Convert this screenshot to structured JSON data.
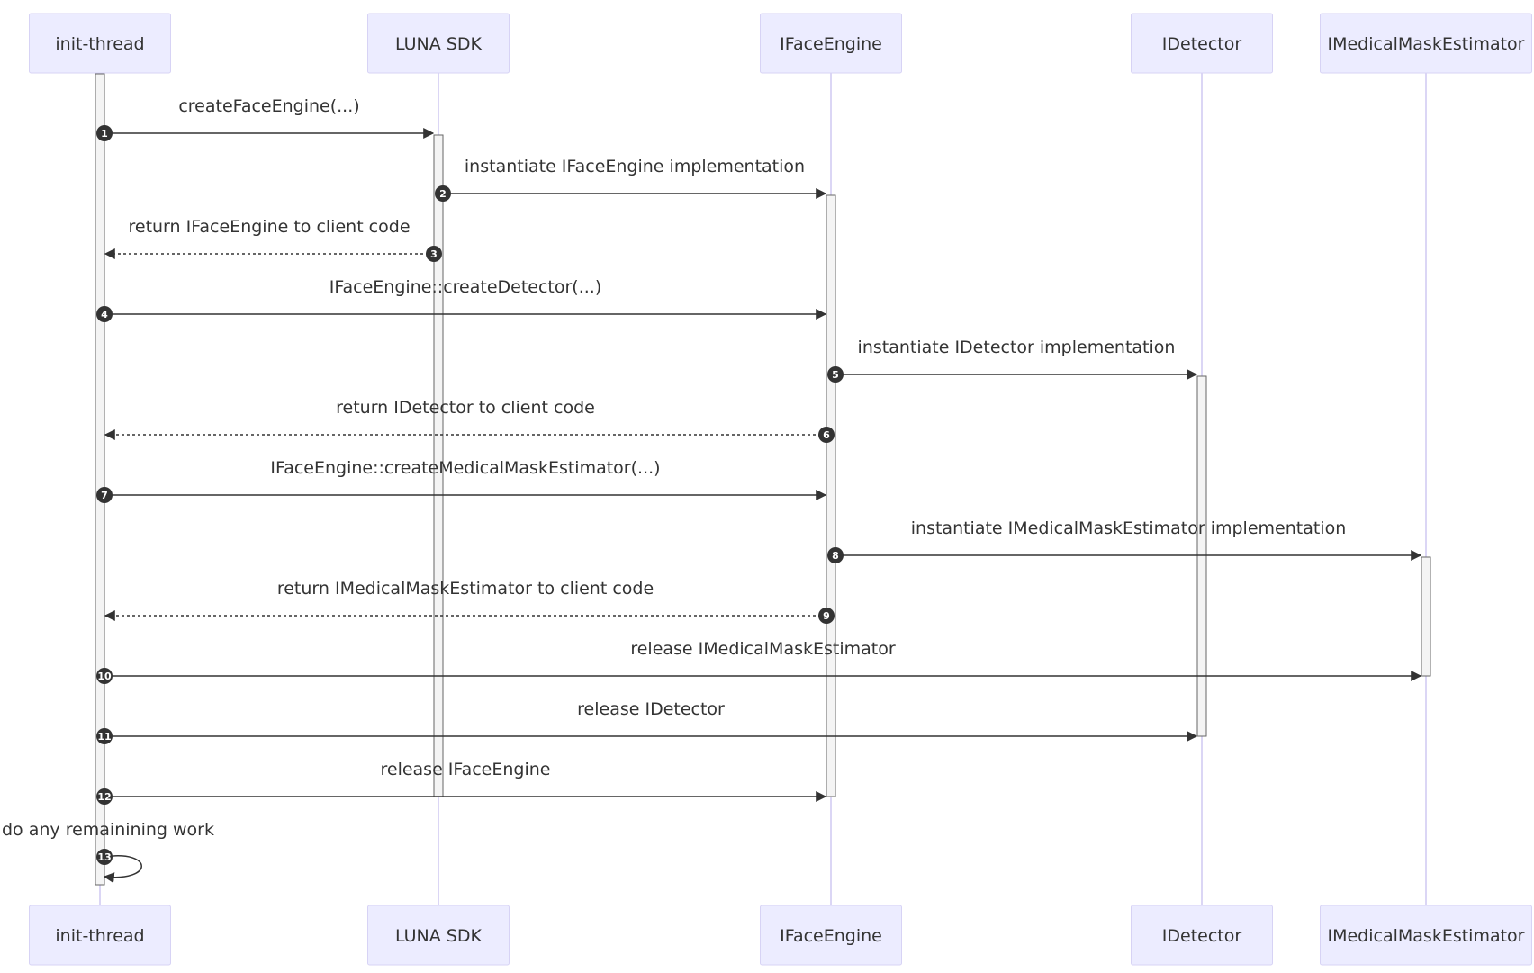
{
  "participants": [
    {
      "id": "init",
      "label": "init-thread"
    },
    {
      "id": "sdk",
      "label": "LUNA SDK"
    },
    {
      "id": "engine",
      "label": "IFaceEngine"
    },
    {
      "id": "detector",
      "label": "IDetector"
    },
    {
      "id": "mask",
      "label": "IMedicalMaskEstimator"
    }
  ],
  "messages": [
    {
      "number": "1",
      "from": "init",
      "to": "sdk",
      "label": "createFaceEngine(...)",
      "style": "solid"
    },
    {
      "number": "2",
      "from": "sdk",
      "to": "engine",
      "label": "instantiate IFaceEngine implementation",
      "style": "solid"
    },
    {
      "number": "3",
      "from": "sdk",
      "to": "init",
      "label": "return IFaceEngine to client code",
      "style": "dashed"
    },
    {
      "number": "4",
      "from": "init",
      "to": "engine",
      "label": "IFaceEngine::createDetector(...)",
      "style": "solid"
    },
    {
      "number": "5",
      "from": "engine",
      "to": "detector",
      "label": "instantiate IDetector implementation",
      "style": "solid"
    },
    {
      "number": "6",
      "from": "engine",
      "to": "init",
      "label": "return IDetector to client code",
      "style": "dashed"
    },
    {
      "number": "7",
      "from": "init",
      "to": "engine",
      "label": "IFaceEngine::createMedicalMaskEstimator(...)",
      "style": "solid"
    },
    {
      "number": "8",
      "from": "engine",
      "to": "mask",
      "label": "instantiate IMedicalMaskEstimator implementation",
      "style": "solid"
    },
    {
      "number": "9",
      "from": "engine",
      "to": "init",
      "label": "return IMedicalMaskEstimator to client code",
      "style": "dashed"
    },
    {
      "number": "10",
      "from": "init",
      "to": "mask",
      "label": "release IMedicalMaskEstimator",
      "style": "solid"
    },
    {
      "number": "11",
      "from": "init",
      "to": "detector",
      "label": "release IDetector",
      "style": "solid"
    },
    {
      "number": "12",
      "from": "init",
      "to": "engine",
      "label": "release IFaceEngine",
      "style": "solid"
    },
    {
      "number": "13",
      "from": "init",
      "to": "init",
      "label": "do any remainining work",
      "style": "solid"
    }
  ],
  "activations": [
    {
      "participant": "init",
      "from_step": 0,
      "to_step": 13
    },
    {
      "participant": "sdk",
      "from_step": 1,
      "to_step": 12
    },
    {
      "participant": "engine",
      "from_step": 2,
      "to_step": 12
    },
    {
      "participant": "detector",
      "from_step": 5,
      "to_step": 11
    },
    {
      "participant": "mask",
      "from_step": 8,
      "to_step": 10
    }
  ],
  "colors": {
    "actor_fill": "#ececff",
    "actor_stroke": "#d7d3f5",
    "lifeline": "#cfc8f2",
    "line": "#333333"
  }
}
